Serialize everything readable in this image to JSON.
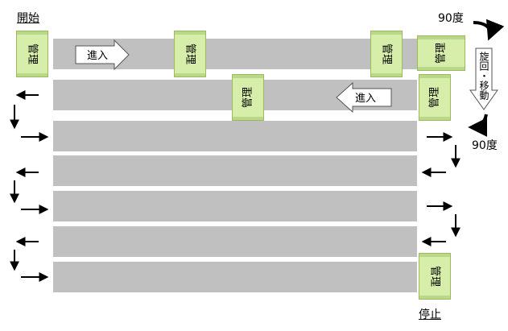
{
  "labels": {
    "start": "開始",
    "stop": "停止",
    "deg_top": "90度",
    "deg_bottom": "90度",
    "rotate_move": "旋回・移動",
    "advance_right": "進入",
    "advance_left": "進入"
  },
  "tags": {
    "t1": "管理",
    "t2": "管理",
    "t3": "管理",
    "t4": "管理",
    "t5": "管理",
    "t6": "管理",
    "t7": "管理"
  },
  "colors": {
    "lane": "#c0c0c0",
    "tag_fill": "#d6eeaa",
    "tag_border": "#9bbb59"
  }
}
